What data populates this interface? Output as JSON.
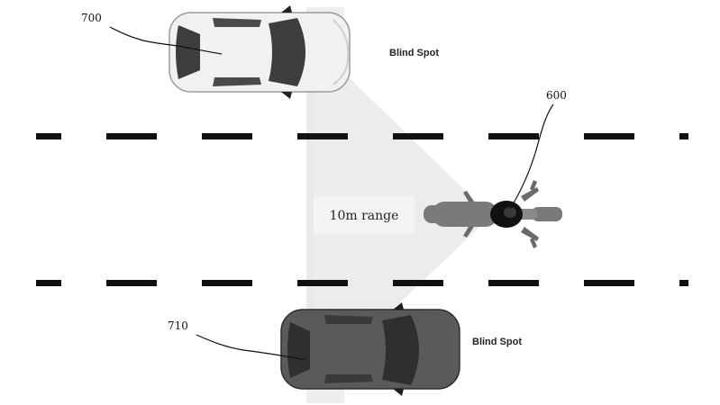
{
  "labels": {
    "car_top_ref": "700",
    "car_bottom_ref": "710",
    "motorcycle_ref": "600",
    "blind_spot_top": "Blind Spot",
    "blind_spot_bottom": "Blind Spot",
    "range": "10m range"
  },
  "colors": {
    "background": "#ffffff",
    "lane_dash": "#111111",
    "blind_spot_zone": "#eeeeee",
    "car_top_body": "#f1f1f1",
    "car_bottom_body": "#5a5a5a",
    "glass": "#3d3d3d",
    "motorcycle": "#7a7a7a",
    "rider_helmet": "#111111"
  }
}
